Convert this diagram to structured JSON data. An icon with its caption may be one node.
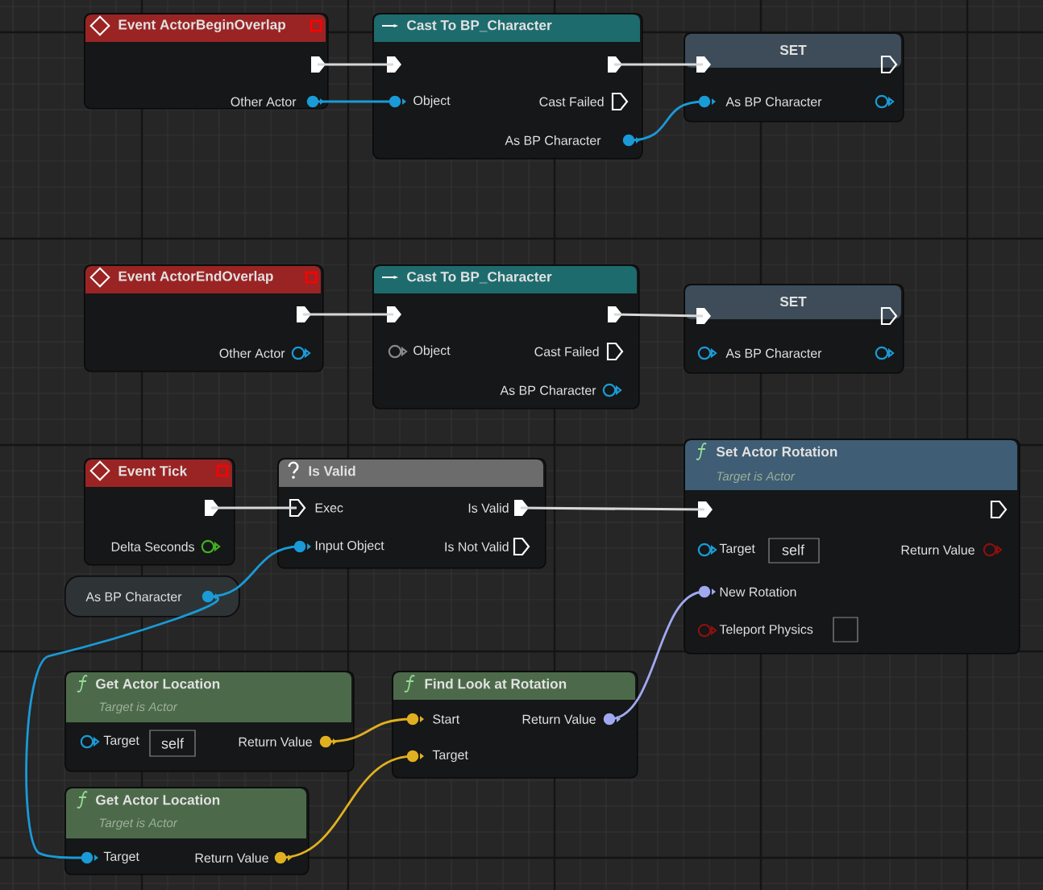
{
  "diagram": {
    "nodes": [
      {
        "text": [
          "Event ActorBeginOverlap",
          "Other Actor"
        ]
      },
      {
        "text": [
          "Cast To BP_Character",
          "Object",
          "Cast Failed",
          "As BP Character"
        ]
      },
      {
        "text": [
          "SET",
          "As BP Character"
        ]
      },
      {
        "text": [
          "Event ActorEndOverlap",
          "Other Actor"
        ]
      },
      {
        "text": [
          "Cast To BP_Character",
          "Object",
          "Cast Failed",
          "As BP Character"
        ]
      },
      {
        "text": [
          "SET",
          "As BP Character"
        ]
      },
      {
        "text": [
          "Event Tick",
          "Delta Seconds"
        ]
      },
      {
        "text": [
          "Is Valid",
          "Exec",
          "Is Valid",
          "Input Object",
          "Is Not Valid"
        ]
      },
      {
        "text": [
          "Set Actor Rotation",
          "Target is Actor",
          "Target",
          "self",
          "Return Value",
          "New Rotation",
          "Teleport Physics"
        ]
      },
      {
        "text": [
          "As BP Character"
        ]
      },
      {
        "text": [
          "Get Actor Location",
          "Target is Actor",
          "Target",
          "self",
          "Return Value"
        ]
      },
      {
        "text": [
          "Get Actor Location",
          "Target is Actor",
          "Target",
          "Return Value"
        ]
      },
      {
        "text": [
          "Find Look at Rotation",
          "Start",
          "Return Value",
          "Target"
        ]
      }
    ],
    "edges": [
      {
        "from": 0,
        "to": 1,
        "arrow": "none"
      },
      {
        "from": 0,
        "to": 1,
        "arrow": "none",
        "color": "#1a9ad6"
      },
      {
        "from": 1,
        "to": 2,
        "arrow": "none"
      },
      {
        "from": 1,
        "to": 2,
        "arrow": "none",
        "color": "#1a9ad6"
      },
      {
        "from": 3,
        "to": 4,
        "arrow": "none"
      },
      {
        "from": 4,
        "to": 5,
        "arrow": "none"
      },
      {
        "from": 6,
        "to": 7,
        "arrow": "none"
      },
      {
        "from": 9,
        "to": 7,
        "arrow": "none",
        "color": "#1a9ad6"
      },
      {
        "from": 7,
        "to": 8,
        "arrow": "none"
      },
      {
        "from": 9,
        "to": 11,
        "arrow": "none",
        "color": "#1a9ad6"
      },
      {
        "from": 10,
        "to": 12,
        "arrow": "none",
        "color": "#e0b020"
      },
      {
        "from": 11,
        "to": 12,
        "arrow": "none",
        "color": "#e0b020"
      },
      {
        "from": 12,
        "to": 8,
        "arrow": "none",
        "color": "#a0a8f0"
      }
    ]
  }
}
